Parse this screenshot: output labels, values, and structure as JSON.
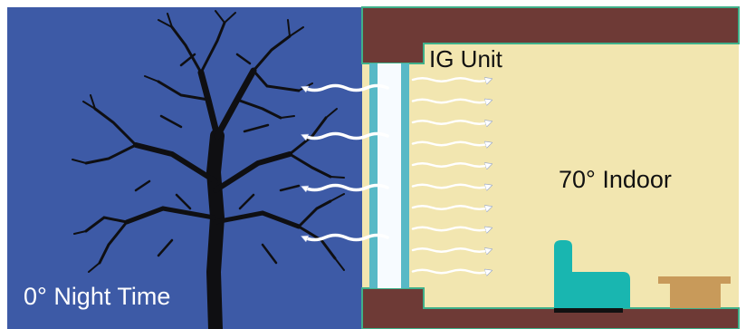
{
  "labels": {
    "ig_unit": "IG Unit",
    "indoor": "70° Indoor",
    "outdoor": "0° Night Time"
  },
  "colors": {
    "night_sky": "#3d5aa6",
    "indoor_wall": "#f2e6b0",
    "frame": "#6e3a36",
    "frame_edge": "#3fb08a",
    "glass": "#58b9c6",
    "chair": "#19b6b0",
    "table": "#c89a5a",
    "moon": "#ffffff",
    "tree": "#0f0f12",
    "heat_arrow": "#ffffff"
  },
  "icons": [
    "moon-icon",
    "tree-icon",
    "chair-icon",
    "table-icon",
    "heat-flow-arrow-icon"
  ]
}
